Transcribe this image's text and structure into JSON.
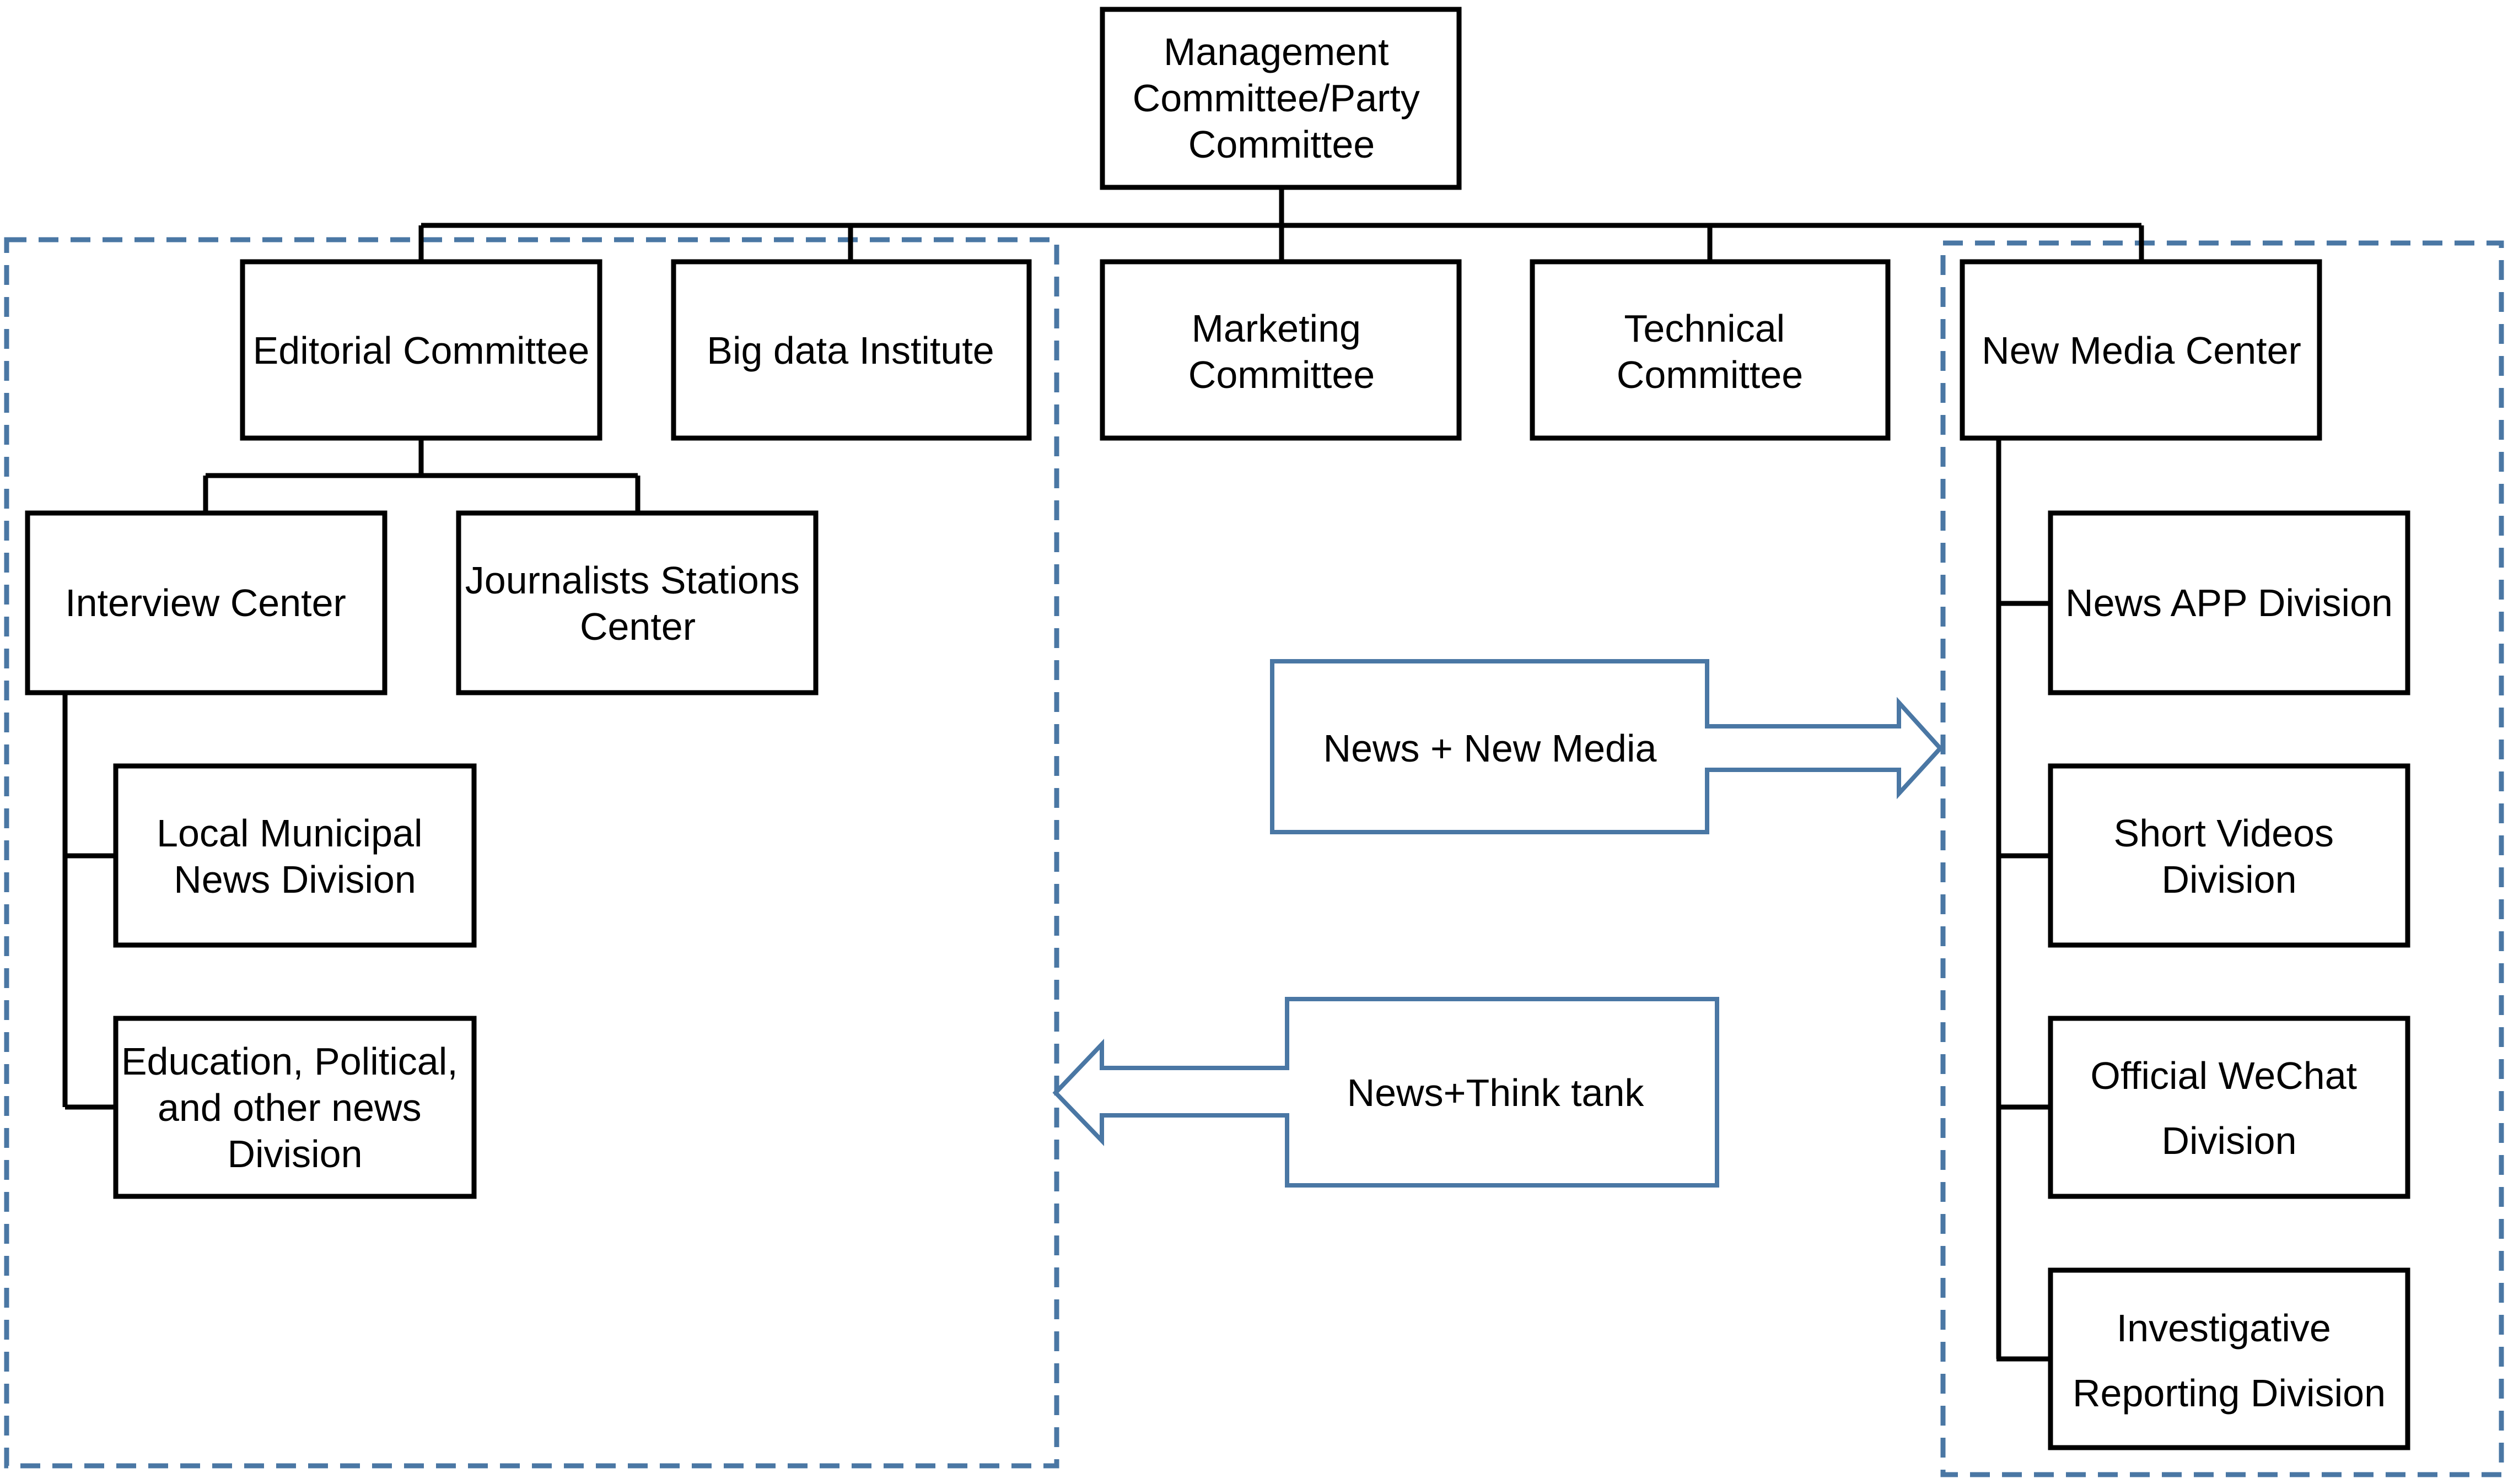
{
  "nodes": {
    "management": [
      "Management",
      "Committee/Party",
      "Committee"
    ],
    "editorial": [
      "Editorial Committee"
    ],
    "bigdata": [
      "Big data Institute"
    ],
    "marketing": [
      "Marketing",
      "Committee"
    ],
    "technical": [
      "Technical",
      "Committee"
    ],
    "newmedia": [
      "New Media Center"
    ],
    "interview": [
      "Interview Center"
    ],
    "journalists": [
      "Journalists Stations",
      "Center"
    ],
    "local": [
      "Local Municipal",
      "News Division"
    ],
    "education": [
      "Education, Political,",
      "and other  news",
      "Division"
    ],
    "newsapp": [
      "News APP Division"
    ],
    "shortvideos": [
      "Short Videos",
      "Division"
    ],
    "wechat": [
      "Official WeChat",
      "Division"
    ],
    "investigative": [
      "Investigative",
      "Reporting Division"
    ]
  },
  "arrows": {
    "news_new_media": "News + New Media",
    "news_think_tank": "News+Think tank"
  },
  "colors": {
    "zone_border": "#4a77a4",
    "arrow_border": "#4a77a4",
    "box_border": "#000000",
    "text": "#000000"
  }
}
